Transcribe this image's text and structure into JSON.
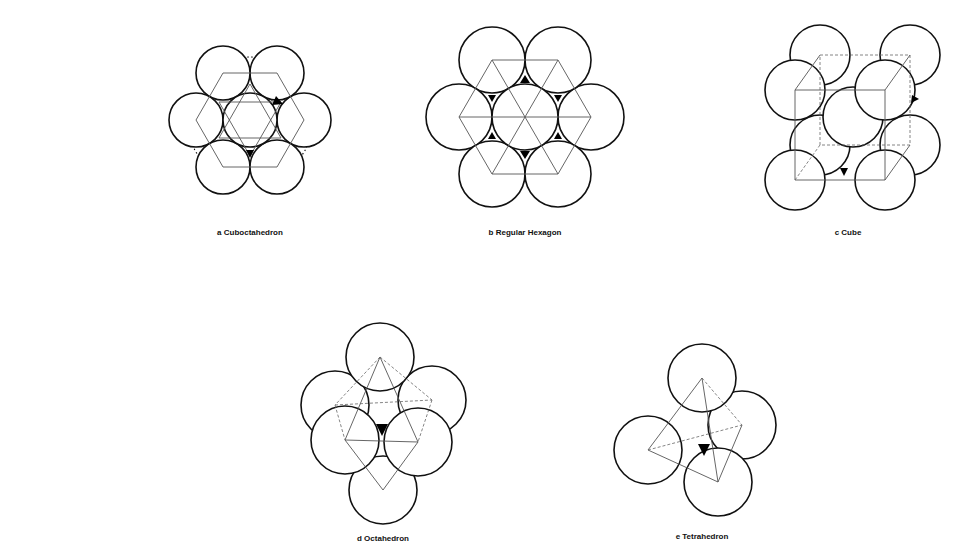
{
  "diagram": {
    "labels": [
      "a Cuboctahedron",
      "b Regular Hexagon",
      "c Cube",
      "d Octahedron",
      "e Tetrahedron"
    ]
  }
}
